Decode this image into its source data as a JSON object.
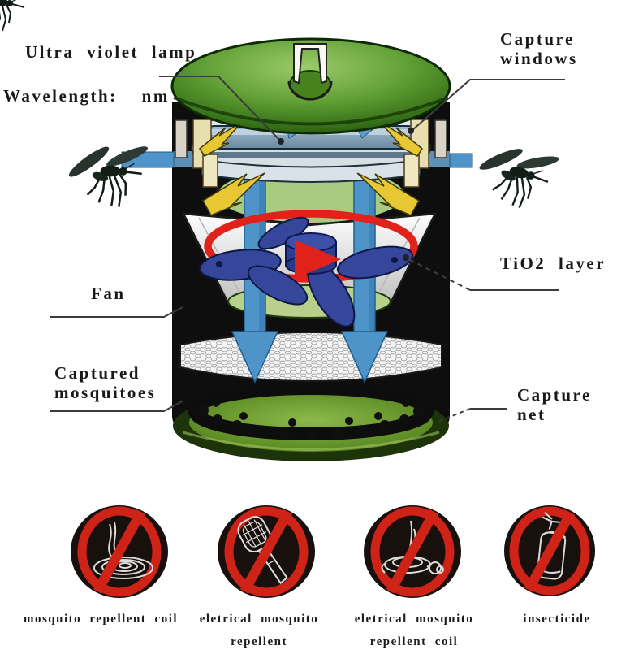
{
  "labels": {
    "uv_lamp": "Ultra violet lamp",
    "wavelength": "Wavelength:",
    "wavelength_unit": "nm",
    "capture_windows_1": "Capture",
    "capture_windows_2": "windows",
    "tio2": "TiO2 layer",
    "fan": "Fan",
    "captured_1": "Captured",
    "captured_2": "mosquitoes",
    "net_1": "Capture",
    "net_2": "net"
  },
  "prohibited_items": [
    {
      "icon": "mosquito-coil-icon",
      "line1": "mosquito repellent coil",
      "line2": ""
    },
    {
      "icon": "electric-swatter-icon",
      "line1": "eletrical mosquito",
      "line2": "repellent"
    },
    {
      "icon": "electric-vaporizer-icon",
      "line1": "eletrical mosquito",
      "line2": "repellent coil"
    },
    {
      "icon": "insecticide-spray-icon",
      "line1": "insecticide",
      "line2": ""
    }
  ],
  "colors": {
    "prohibition_red": "#cf2318",
    "arrow_blue": "#4e94c9",
    "dome_green": "#5d9a33",
    "fan_blue": "#36479b",
    "rotation_red": "#e0221a"
  }
}
